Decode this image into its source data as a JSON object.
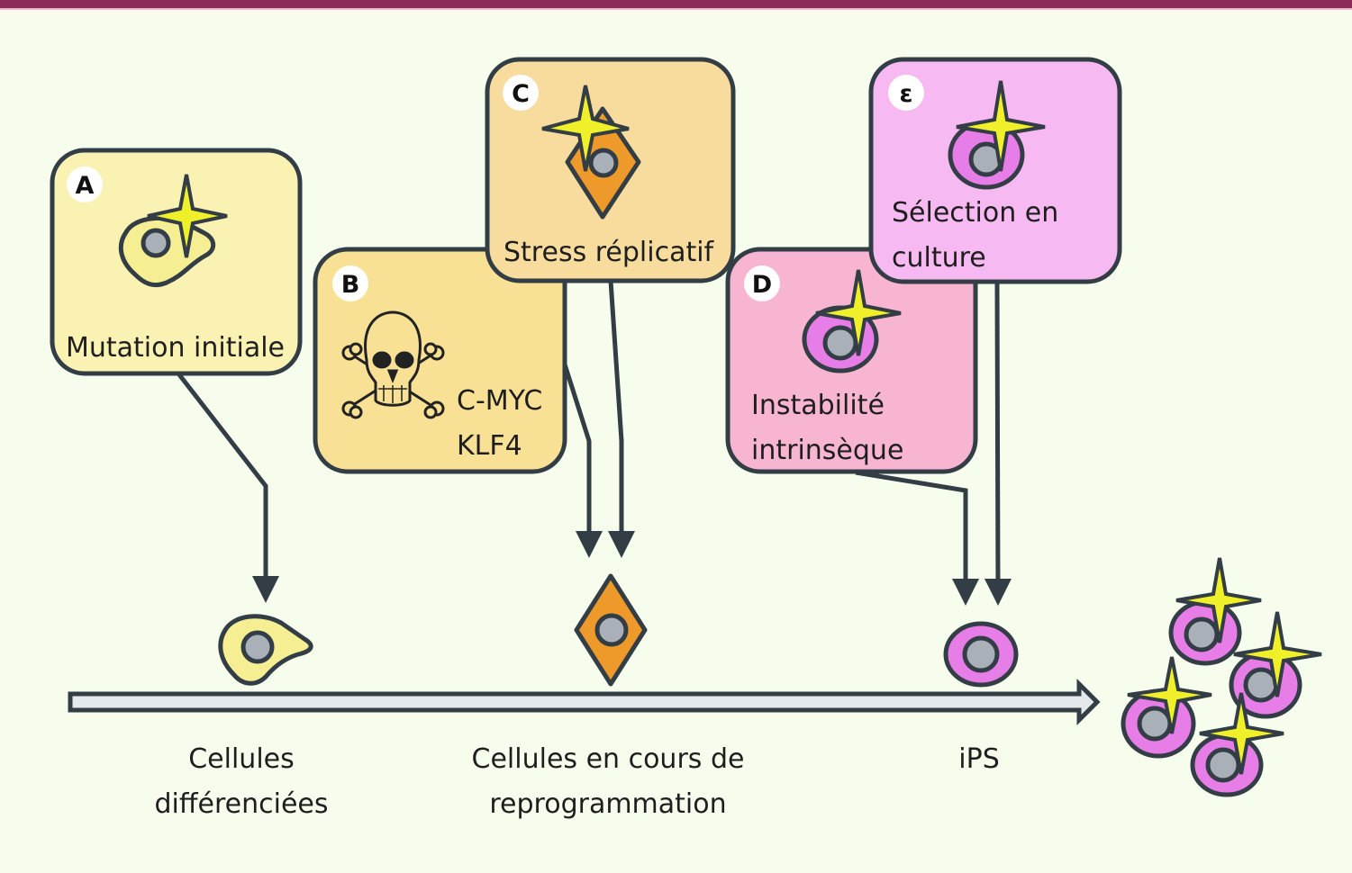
{
  "figure": {
    "colors": {
      "background": "#f6fdec",
      "top_bar": "#8c2a5a",
      "outline": "#333d45",
      "box_a": "#faf2b2",
      "box_b": "#f8e194",
      "box_c": "#f8dc9e",
      "box_d": "#f8b5d2",
      "box_e": "#f7b9f2",
      "cell_differentiated": "#f6ee92",
      "cell_reprogramming": "#ee9a2a",
      "cell_ips": "#e77de6",
      "nucleus": "#a9b0b7",
      "mutation_star": "#f0f02a"
    },
    "boxes": [
      {
        "id": "A",
        "badge": "A",
        "lines": [
          "Mutation initiale"
        ],
        "icon": "mutated-differentiated-cell"
      },
      {
        "id": "B",
        "badge": "B",
        "lines": [
          "C-MYC",
          "KLF4"
        ],
        "icon": "skull-crossbones"
      },
      {
        "id": "C",
        "badge": "C",
        "lines": [
          "Stress réplicatif"
        ],
        "icon": "mutated-reprogramming-cell"
      },
      {
        "id": "D",
        "badge": "D",
        "lines": [
          "Instabilité",
          "intrinsèque"
        ],
        "icon": "mutated-ips-cell"
      },
      {
        "id": "E",
        "badge": "ε",
        "lines": [
          "Sélection en",
          "culture"
        ],
        "icon": "mutated-ips-cell"
      }
    ],
    "stages": [
      {
        "lines": [
          "Cellules",
          "différenciées"
        ],
        "cell": "differentiated-cell"
      },
      {
        "lines": [
          "Cellules en cours de",
          "reprogrammation"
        ],
        "cell": "reprogramming-cell"
      },
      {
        "lines": [
          "iPS"
        ],
        "cell": "ips-cell"
      }
    ],
    "outcome": {
      "description": "Clonal expansion of mutated iPS cells",
      "cell_count": 4
    }
  }
}
